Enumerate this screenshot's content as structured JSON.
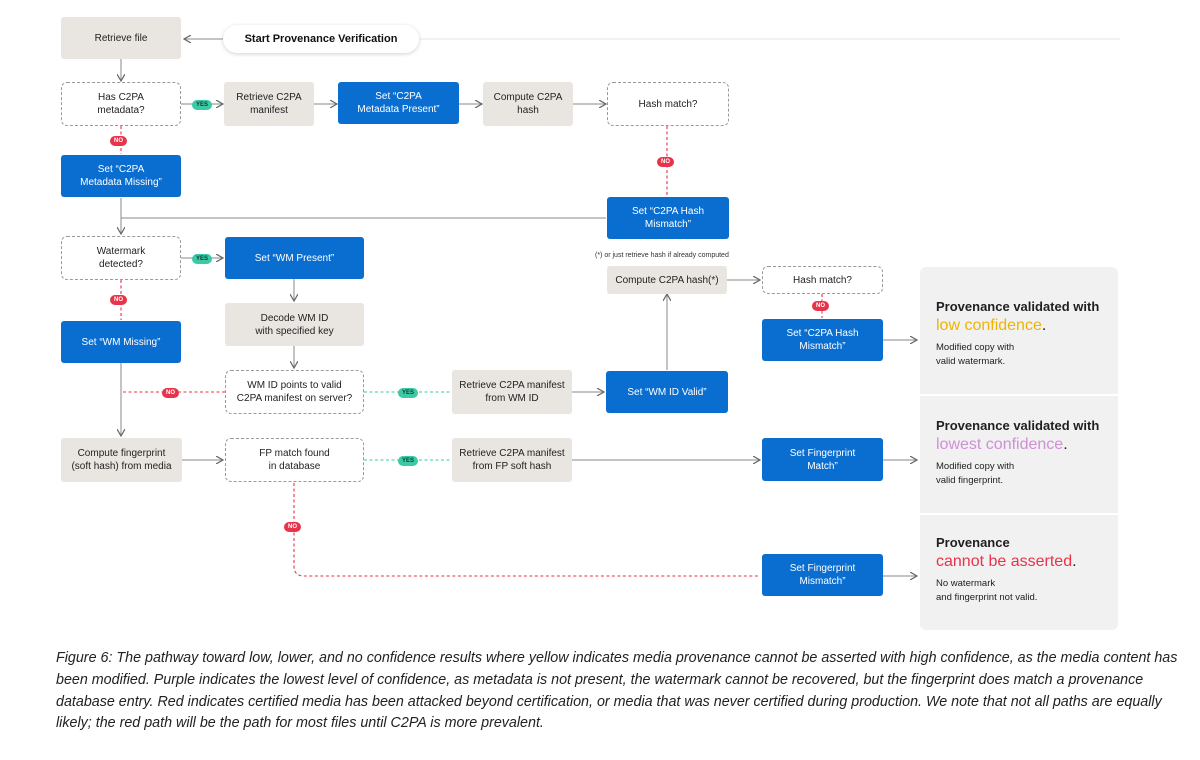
{
  "flow": {
    "start": "Start Provenance Verification",
    "retrieve_file": "Retrieve file",
    "has_c2pa": "Has C2PA\nmetadata?",
    "retrieve_manifest": "Retrieve C2PA\nmanifest",
    "set_metadata_present": "Set “C2PA\nMetadata Present”",
    "compute_hash": "Compute C2PA\nhash",
    "hash_match_1": "Hash match?",
    "set_metadata_missing": "Set “C2PA\nMetadata Missing”",
    "set_hash_mismatch_1": "Set “C2PA Hash\nMismatch”",
    "watermark_detected": "Watermark\ndetected?",
    "set_wm_present": "Set “WM Present”",
    "decode_wm": "Decode WM ID\nwith specified key",
    "set_wm_missing": "Set “WM Missing”",
    "wm_points_valid": "WM ID points to valid\nC2PA manifest on server?",
    "retrieve_manifest_wm": "Retrieve C2PA manifest\nfrom WM ID",
    "set_wm_id_valid": "Set “WM ID Valid”",
    "compute_hash_star_note": "(*) or just retrieve hash if already computed",
    "compute_hash_star": "Compute C2PA hash(*)",
    "hash_match_2": "Hash match?",
    "set_hash_mismatch_2": "Set “C2PA Hash\nMismatch”",
    "compute_fingerprint": "Compute fingerprint\n(soft hash) from media",
    "fp_match": "FP match found\nin database",
    "retrieve_manifest_fp": "Retrieve C2PA manifest\nfrom FP soft hash",
    "set_fp_match": "Set Fingerprint\nMatch”",
    "set_fp_mismatch": "Set Fingerprint\nMismatch”",
    "yes": "YES",
    "no": "NO"
  },
  "results": [
    {
      "heading": "Provenance validated with",
      "confidence": "low confidence",
      "suffix": ".",
      "detail": "Modified copy with\nvalid watermark.",
      "color": "#f0b400"
    },
    {
      "heading": "Provenance validated with",
      "confidence": "lowest confidence",
      "suffix": ".",
      "detail": "Modified copy with\nvalid fingerprint.",
      "color": "#cf8fd6"
    },
    {
      "heading": "Provenance",
      "confidence": "cannot be asserted",
      "suffix": ".",
      "detail": "No watermark\nand fingerprint not valid.",
      "color": "#e8334a"
    }
  ],
  "colors": {
    "blue": "#0a6ed1",
    "grey": "#e9e6e1",
    "yes": "#3cc9a5",
    "no": "#e8334a",
    "panel": "#f1f1f1"
  },
  "caption": {
    "pre": "Figure 6: The pathway toward low, lower, and no confidence results where ",
    "body": "yellow indicates media provenance cannot be asserted with high confidence, as the media content has been modified. Purple indicates the lowest level of confidence, as metadata is not present, the watermark cannot be recovered, but the fingerprint does match a provenance database entry. Red indicates certified media has been attacked beyond certification, or media that was never certified during production. We note that not all paths are equally likely; the red path will be the path for most files until C2PA is more prevalent."
  }
}
